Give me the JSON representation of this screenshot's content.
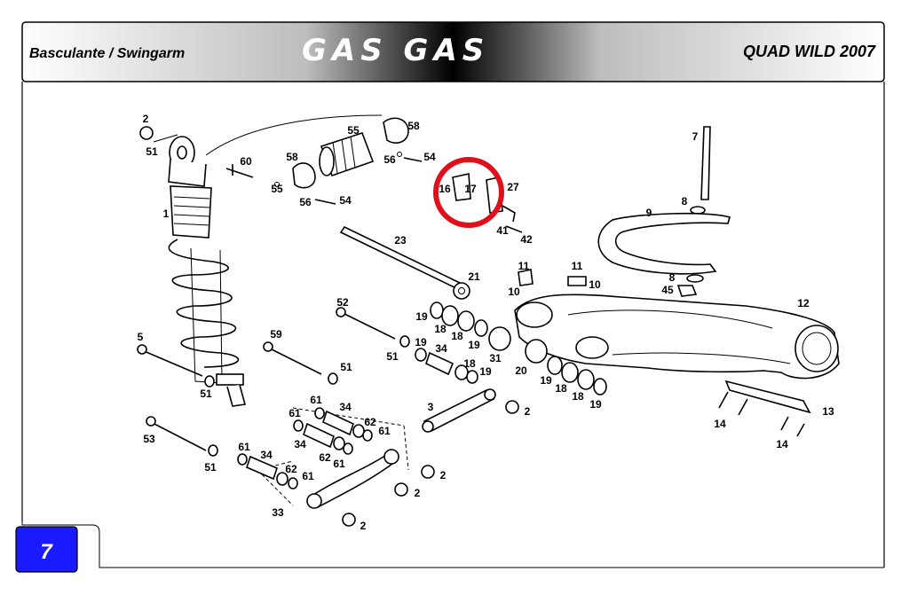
{
  "header": {
    "section_title": "Basculante / Swingarm",
    "brand": "GAS GAS",
    "model": "QUAD WILD 2007"
  },
  "page": {
    "number": "7"
  },
  "colors": {
    "header_gradient": [
      "#ffffff",
      "#000000",
      "#ffffff"
    ],
    "page_badge": "#1a1aff",
    "highlight": "#e0101a"
  },
  "callouts": {
    "shock_top_nut": "2",
    "shock_top_washer": "51",
    "shock_absorber": "1",
    "shock_bolt_top": "60",
    "reservoir": "55",
    "reservoir_clamp_a": "58",
    "reservoir_clamp_b": "58",
    "reservoir_screw_a": "56",
    "reservoir_nut_a": "54",
    "clamp_screw_b": "55",
    "clamp_screw_c": "56",
    "clamp_nut_b": "54",
    "bracket_left": "16",
    "bracket_center": "17",
    "bracket_right": "27",
    "bracket_screw": "41",
    "bracket_nut": "42",
    "stud": "7",
    "stud_washer": "8",
    "chain_guide": "9",
    "guide_washer": "8",
    "guide_nut": "45",
    "clip_a_top": "11",
    "clip_a_side": "10",
    "clip_b_top": "11",
    "clip_b_side": "10",
    "pivot_axle": "23",
    "pivot_nut": "21",
    "swingarm": "12",
    "chain_plate": "13",
    "plate_screw_a": "14",
    "plate_screw_b": "14",
    "bearing_set_19a": "19",
    "bearing_set_18a": "18",
    "bearing_set_18b": "18",
    "bearing_set_19b": "19",
    "spacer_31": "31",
    "spacer_20": "20",
    "bearing_19c": "19",
    "bearing_18c": "18",
    "bearing_18d": "18",
    "bearing_19d": "19",
    "sleeve_19e": "19",
    "sleeve_34a": "34",
    "sleeve_18e": "18",
    "sleeve_19f": "19",
    "bolt_52": "52",
    "washer_51a": "51",
    "bolt_5": "5",
    "washer_51b": "51",
    "bolt_59": "59",
    "washer_51c": "51",
    "bolt_53": "53",
    "washer_51d": "51",
    "rod_3": "3",
    "rod_nut": "2",
    "link_61a": "61",
    "link_34b": "34",
    "link_61b": "61",
    "link_62a": "62",
    "link_61c": "61",
    "link_34c": "34",
    "link_62b": "62",
    "link_61d": "61",
    "link_61e": "61",
    "link_34d": "34",
    "link_62c": "62",
    "link_61f": "61",
    "link_assembly": "33",
    "link_nut_a": "2",
    "link_nut_b": "2",
    "link_nut_c": "2"
  }
}
